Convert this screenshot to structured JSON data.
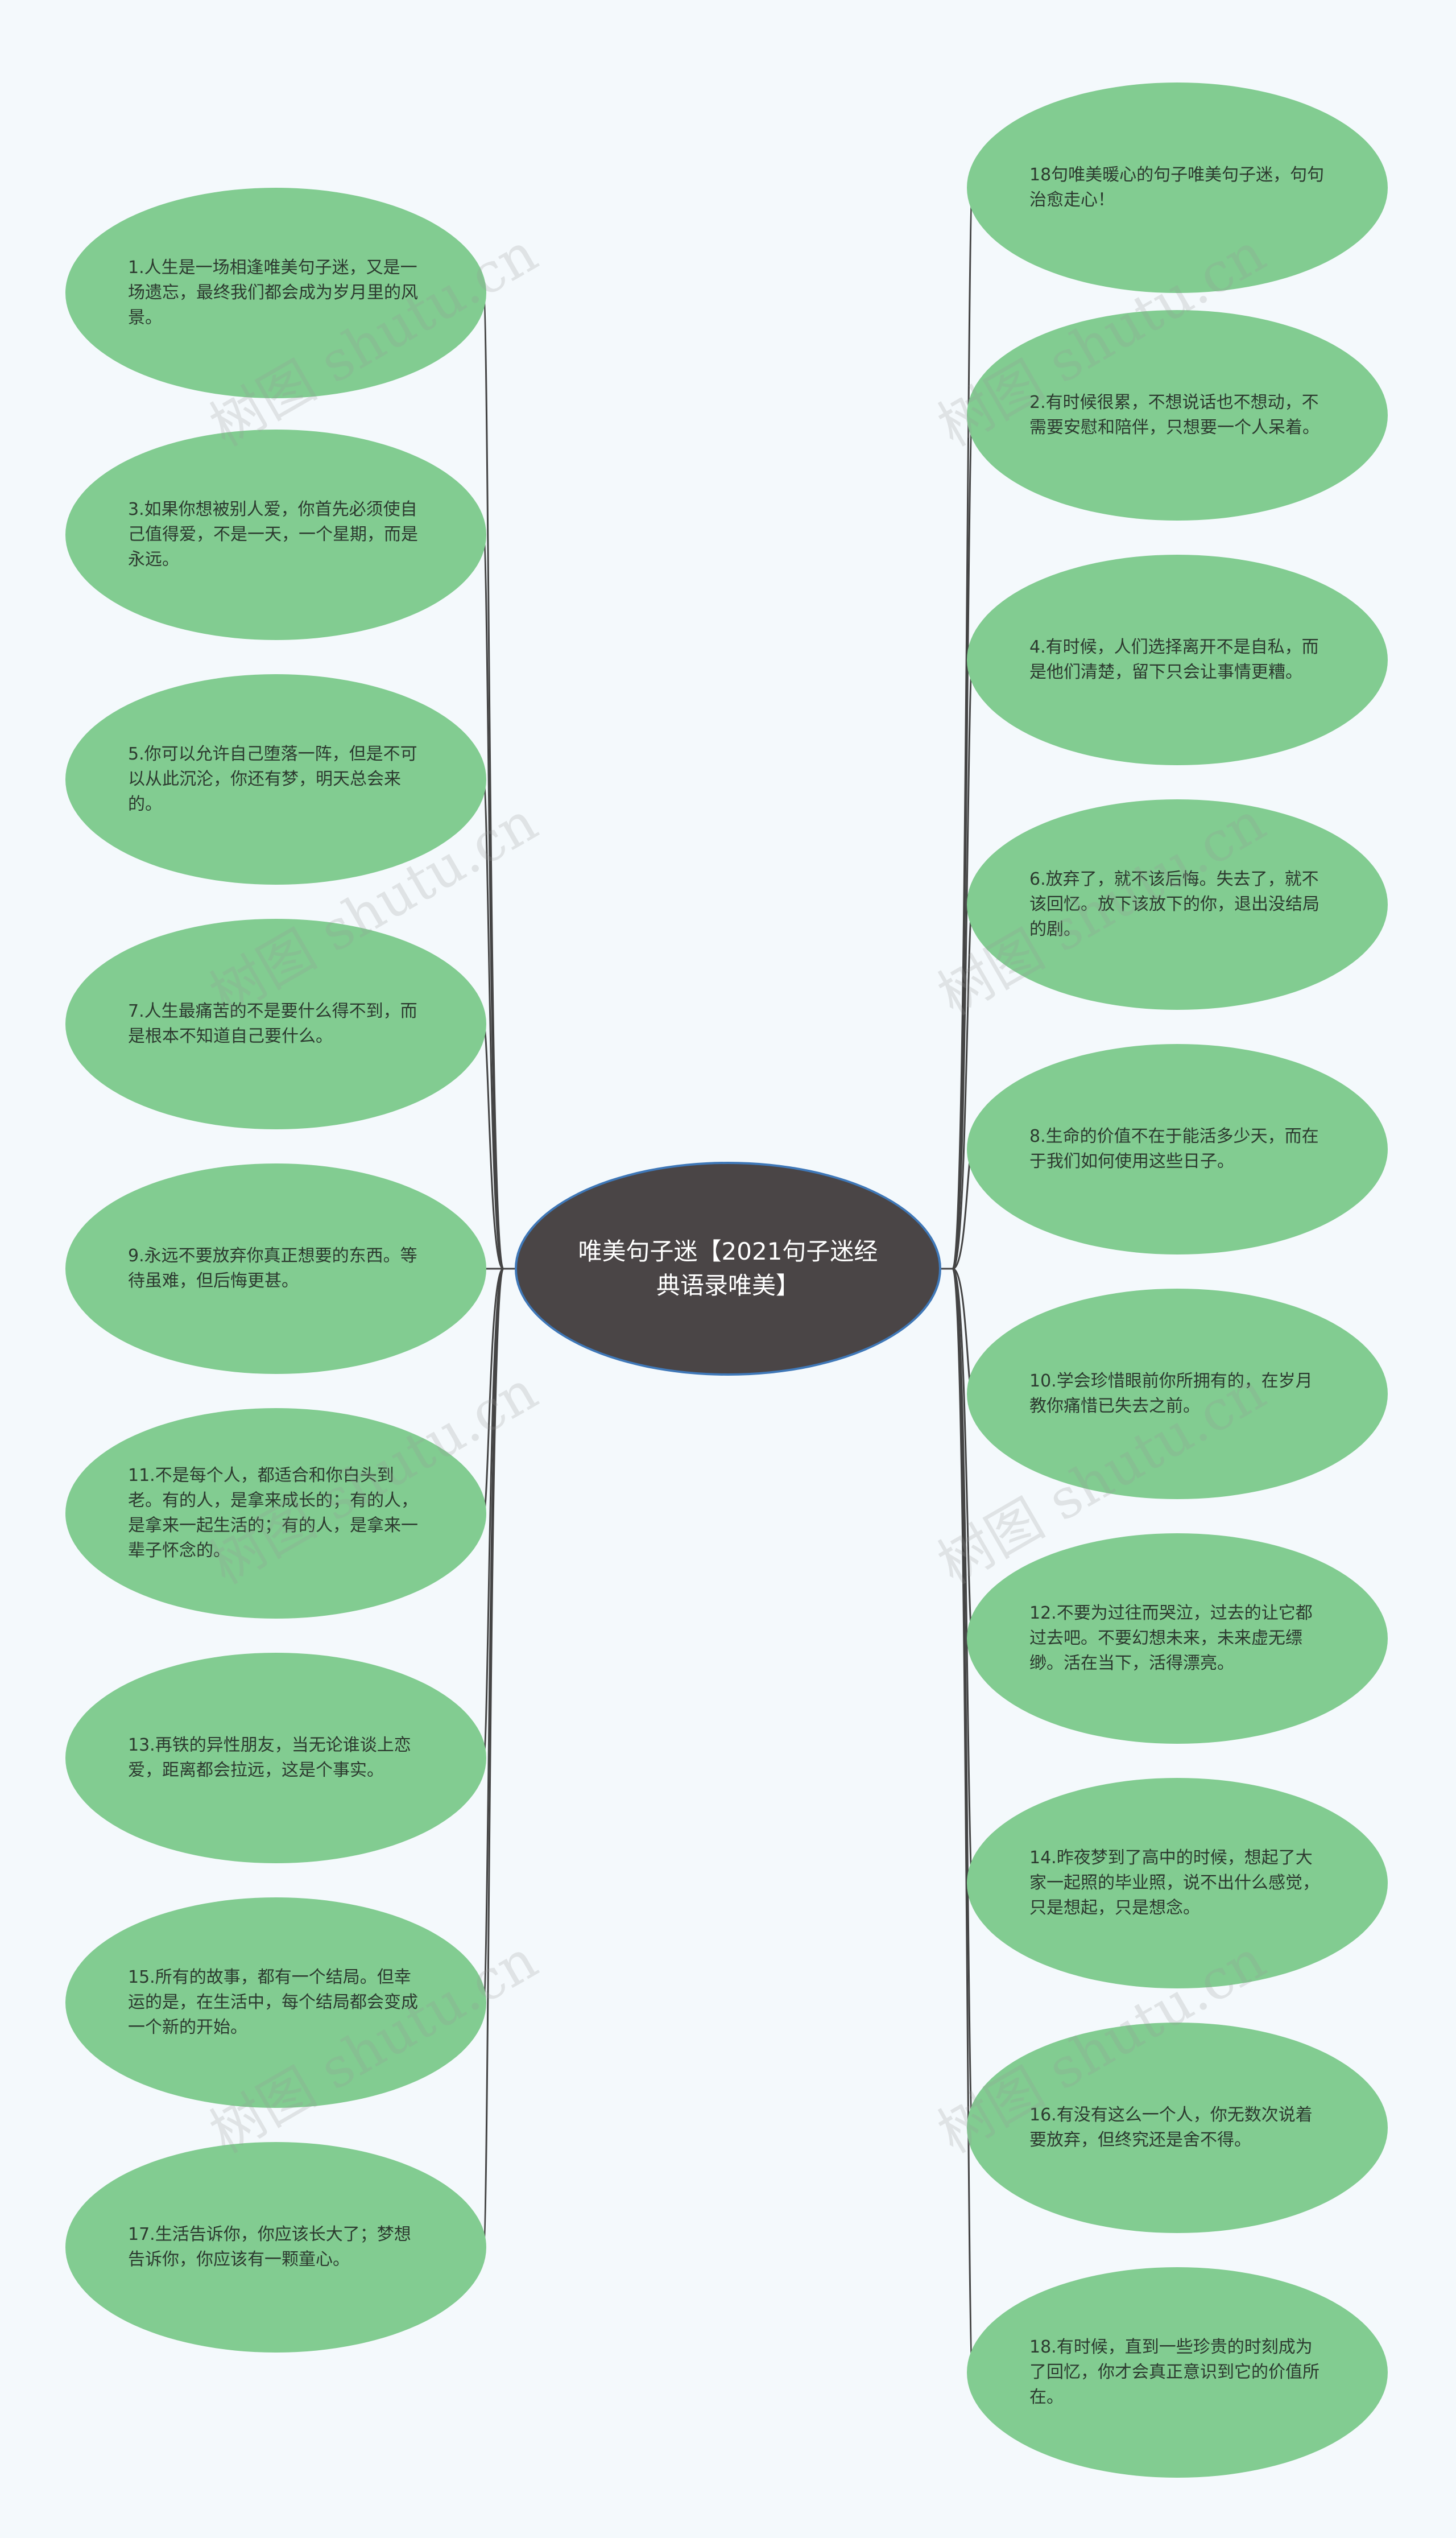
{
  "root": {
    "label": "唯美句子迷【2021句子迷经典语录唯美】"
  },
  "left_nodes": [
    {
      "label": "1.人生是一场相逢唯美句子迷，又是一场遗忘，最终我们都会成为岁月里的风景。"
    },
    {
      "label": "3.如果你想被别人爱，你首先必须使自己值得爱，不是一天，一个星期，而是永远。"
    },
    {
      "label": "5.你可以允许自己堕落一阵，但是不可以从此沉沦，你还有梦，明天总会来的。"
    },
    {
      "label": "7.人生最痛苦的不是要什么得不到，而是根本不知道自己要什么。"
    },
    {
      "label": "9.永远不要放弃你真正想要的东西。等待虽难，但后悔更甚。"
    },
    {
      "label": "11.不是每个人，都适合和你白头到老。有的人，是拿来成长的；有的人，是拿来一起生活的；有的人，是拿来一辈子怀念的。"
    },
    {
      "label": "13.再铁的异性朋友，当无论谁谈上恋爱，距离都会拉远，这是个事实。"
    },
    {
      "label": "15.所有的故事，都有一个结局。但幸运的是，在生活中，每个结局都会变成一个新的开始。"
    },
    {
      "label": "17.生活告诉你，你应该长大了；梦想告诉你，你应该有一颗童心。"
    }
  ],
  "right_nodes": [
    {
      "label": "18句唯美暖心的句子唯美句子迷，句句治愈走心！"
    },
    {
      "label": "2.有时候很累，不想说话也不想动，不需要安慰和陪伴，只想要一个人呆着。"
    },
    {
      "label": "4.有时候，人们选择离开不是自私，而是他们清楚，留下只会让事情更糟。"
    },
    {
      "label": "6.放弃了，就不该后悔。失去了，就不该回忆。放下该放下的你，退出没结局的剧。"
    },
    {
      "label": "8.生命的价值不在于能活多少天，而在于我们如何使用这些日子。"
    },
    {
      "label": "10.学会珍惜眼前你所拥有的，在岁月教你痛惜已失去之前。"
    },
    {
      "label": "12.不要为过往而哭泣，过去的让它都过去吧。不要幻想未来，未来虚无缥缈。活在当下，活得漂亮。"
    },
    {
      "label": "14.昨夜梦到了高中的时候，想起了大家一起照的毕业照，说不出什么感觉，只是想起，只是想念。"
    },
    {
      "label": "16.有没有这么一个人，你无数次说着要放弃，但终究还是舍不得。"
    },
    {
      "label": "18.有时候，直到一些珍贵的时刻成为了回忆，你才会真正意识到它的价值所在。"
    }
  ],
  "colors": {
    "node_fill": "#82cc91",
    "root_fill": "#4a4546",
    "root_border": "#3f78b8",
    "link": "#444444"
  },
  "watermark": "树图 shutu.cn"
}
